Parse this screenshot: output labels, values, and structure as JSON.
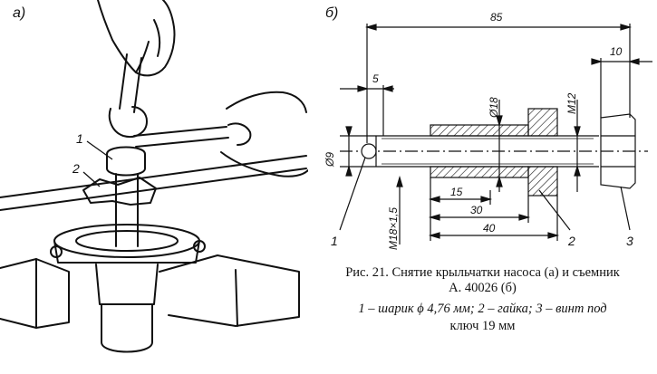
{
  "panel_a": {
    "tag": "а)",
    "callouts": [
      "1",
      "2"
    ]
  },
  "panel_b": {
    "tag": "б)",
    "dimensions": {
      "overall": "85",
      "head": "10",
      "ball_offset": "5",
      "dia_18": "Ø18",
      "m12": "M12",
      "dia_9": "Ø9",
      "thread": "M18×1,5",
      "d15": "15",
      "d30": "30",
      "d40": "40"
    },
    "callouts": [
      "1",
      "2",
      "3"
    ]
  },
  "caption": {
    "line1": "Рис. 21. Снятие крыльчатки насоса (а) и съемник",
    "line2": "А. 40026 (б)",
    "line3": "1 – шарик ϕ 4,76 мм; 2 – гайка; 3 – винт под",
    "line4": "ключ 19 мм"
  }
}
